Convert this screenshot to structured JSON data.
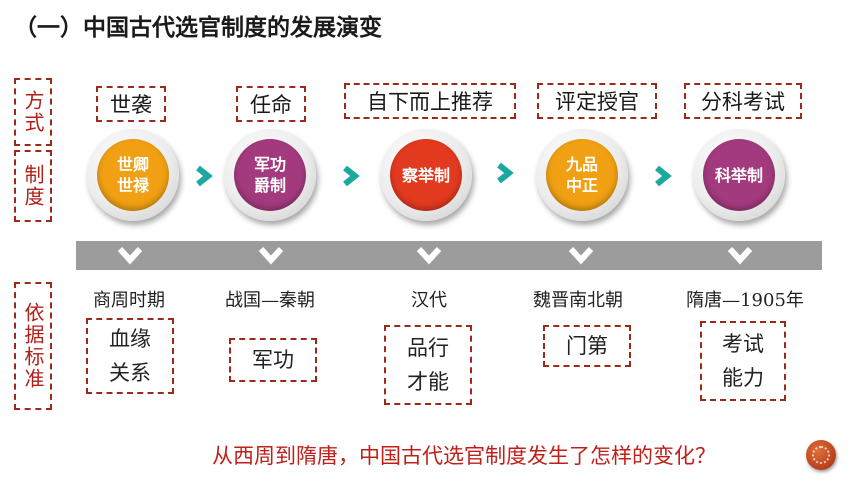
{
  "title": "（一）中国古代选官制度的发展演变",
  "side_labels": {
    "method": "方式",
    "system": "制度",
    "standard": "依据标准"
  },
  "methods": [
    "世袭",
    "任命",
    "自下而上推荐",
    "评定授官",
    "分科考试"
  ],
  "systems": [
    {
      "label": "世卿\n世禄",
      "color": "#f0a012"
    },
    {
      "label": "军功\n爵制",
      "color": "#a33a7e"
    },
    {
      "label": "察举制",
      "color": "#e23a1e"
    },
    {
      "label": "九品\n中正",
      "color": "#f0a012"
    },
    {
      "label": "科举制",
      "color": "#a33a7e"
    }
  ],
  "arrow_color": "#1aa8a0",
  "eras": [
    "商周时期",
    "战国—秦朝",
    "汉代",
    "魏晋南北朝",
    "隋唐—1905年"
  ],
  "standards": [
    "血缘\n关系",
    "军功",
    "品行\n才能",
    "门第",
    "考试\n能力"
  ],
  "question": "从西周到隋唐，中国古代选官制度发生了怎样的变化？"
}
